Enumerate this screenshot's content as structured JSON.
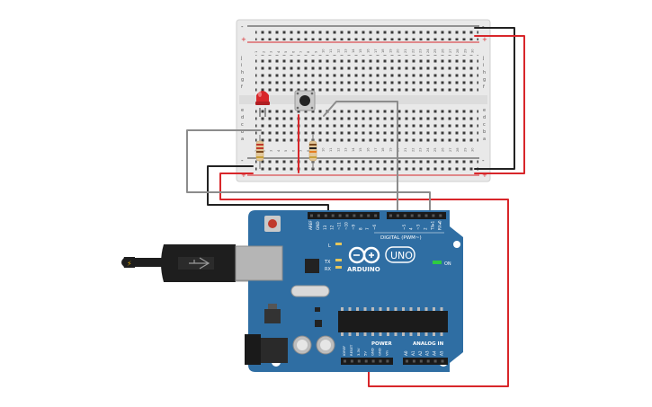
{
  "breadboard": {
    "row_letters_top": [
      "j",
      "i",
      "h",
      "g",
      "f"
    ],
    "row_letters_bottom": [
      "e",
      "d",
      "c",
      "b",
      "a"
    ],
    "rail_minus": "-",
    "rail_plus": "+",
    "column_numbers": [
      "1",
      "2",
      "3",
      "4",
      "5",
      "6",
      "7",
      "8",
      "9",
      "10",
      "11",
      "12",
      "13",
      "14",
      "15",
      "16",
      "17",
      "18",
      "19",
      "20",
      "21",
      "22",
      "23",
      "24",
      "25",
      "26",
      "27",
      "28",
      "29",
      "30"
    ]
  },
  "arduino": {
    "brand": "ARDUINO",
    "model": "UNO",
    "digital_label": "DIGITAL (PWM~)",
    "power_label": "POWER",
    "analog_label": "ANALOG IN",
    "on_label": "ON",
    "l_label": "L",
    "tx_label": "TX",
    "rx_label": "RX",
    "digital_pins": [
      "AREF",
      "GND",
      "13",
      "12",
      "~11",
      "~10",
      "~9",
      "8",
      "7",
      "~6",
      "~5",
      "4",
      "~3",
      "2",
      "TX▸1",
      "RX◂0"
    ],
    "power_pins": [
      "IOREF",
      "RESET",
      "3.3V",
      "5V",
      "GND",
      "GND",
      "Vin"
    ],
    "analog_pins": [
      "A0",
      "A1",
      "A2",
      "A3",
      "A4",
      "A5"
    ]
  },
  "colors": {
    "board_blue": "#2f6ea3",
    "wire_red": "#d8262a",
    "wire_black": "#222222",
    "wire_gray": "#8c8c8c",
    "led_red": "#d8262a",
    "breadboard": "#e9e9e9"
  },
  "components": [
    "red-led",
    "pushbutton",
    "resistor-led",
    "resistor-button",
    "usb-cable",
    "dc-jack"
  ]
}
